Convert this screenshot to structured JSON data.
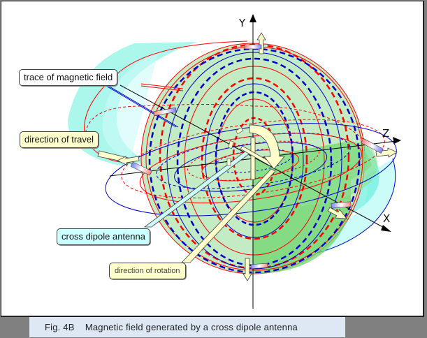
{
  "figure": {
    "caption": "Fig. 4B    Magnetic field generated by a cross dipole antenna",
    "axes": {
      "x": "X",
      "y": "Y",
      "z": "Z"
    },
    "callouts": [
      {
        "id": "trace",
        "label": "trace of magnetic field",
        "style": "white"
      },
      {
        "id": "travel",
        "label": "direction of travel",
        "style": "yellow"
      },
      {
        "id": "antenna",
        "label": "cross dipole antenna",
        "style": "cyan"
      },
      {
        "id": "rotation",
        "label": "direction of rotation",
        "style": "yellow-small"
      }
    ],
    "colors": {
      "field_red": "#ff0000",
      "field_blue": "#0000cc",
      "disc_green": "#c4ecc4",
      "disc_dark_green": "#6fd66f",
      "cyan_fill": "#66f0dd",
      "light_cyan": "#ccfcf8",
      "arrow_fill": "#ffffcc",
      "caption_bg": "#dde8f4",
      "frame_bg": "#808080"
    }
  }
}
